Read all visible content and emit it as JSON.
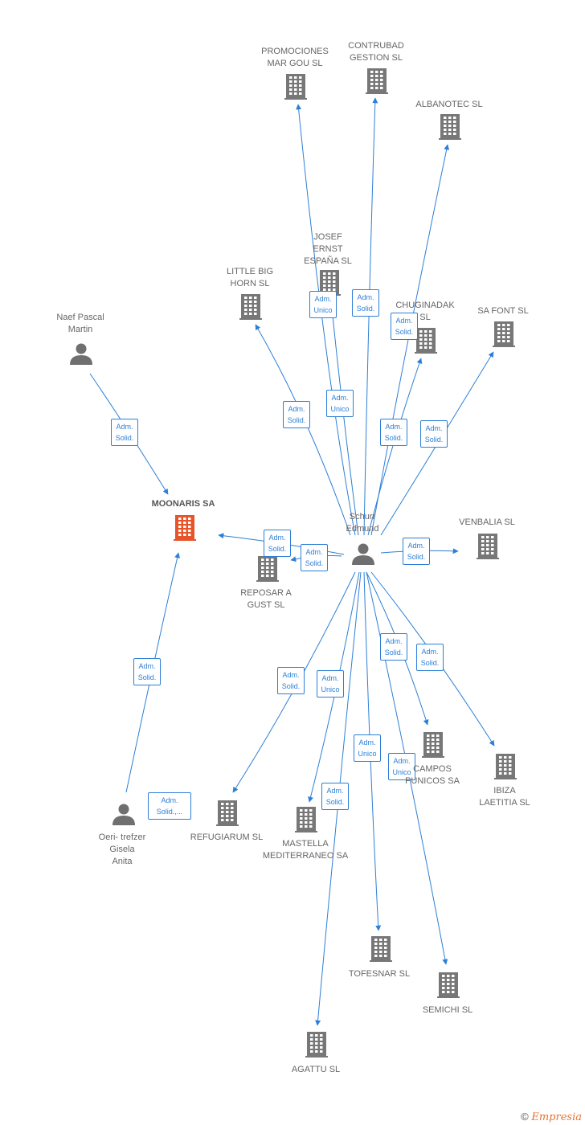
{
  "colors": {
    "edge": "#2d7fd6",
    "company": "#777777",
    "focus": "#e8542a",
    "person": "#6f6f6f"
  },
  "nodes": [
    {
      "id": "moonaris",
      "label": "MOONARIS SA",
      "kind": "company",
      "focus": true
    },
    {
      "id": "schurr",
      "label": "Schurr\nEdmund",
      "kind": "person"
    },
    {
      "id": "naef",
      "label": "Naef Pascal\nMartin",
      "kind": "person"
    },
    {
      "id": "oeri",
      "label": "Oeri- trefzer\nGisela\nAnita",
      "kind": "person"
    },
    {
      "id": "promociones",
      "label": "PROMOCIONES\nMAR GOU SL",
      "kind": "company"
    },
    {
      "id": "contrubad",
      "label": "CONTRUBAD\nGESTION SL",
      "kind": "company"
    },
    {
      "id": "albanotec",
      "label": "ALBANOTEC SL",
      "kind": "company"
    },
    {
      "id": "josef",
      "label": "JOSEF\nERNST\nESPAÑA SL",
      "kind": "company"
    },
    {
      "id": "littlebig",
      "label": "LITTLE BIG\nHORN SL",
      "kind": "company"
    },
    {
      "id": "chuginadak",
      "label": "CHUGINADAK\nSL",
      "kind": "company"
    },
    {
      "id": "safont",
      "label": "SA FONT SL",
      "kind": "company"
    },
    {
      "id": "venbalia",
      "label": "VENBALIA SL",
      "kind": "company"
    },
    {
      "id": "reposar",
      "label": "REPOSAR A\nGUST SL",
      "kind": "company"
    },
    {
      "id": "campos",
      "label": "CAMPOS\nPUNICOS SA",
      "kind": "company"
    },
    {
      "id": "ibiza",
      "label": "IBIZA\nLAETITIA SL",
      "kind": "company"
    },
    {
      "id": "refugiarum",
      "label": "REFUGIARUM SL",
      "kind": "company"
    },
    {
      "id": "mastella",
      "label": "MASTELLA\nMEDITERRANEO SA",
      "kind": "company"
    },
    {
      "id": "tofesnar",
      "label": "TOFESNAR SL",
      "kind": "company"
    },
    {
      "id": "semichi",
      "label": "SEMICHI SL",
      "kind": "company"
    },
    {
      "id": "agattu",
      "label": "AGATTU SL",
      "kind": "company"
    }
  ],
  "edges": [
    {
      "from": "naef",
      "to": "moonaris",
      "role": "Adm.\nSolid."
    },
    {
      "from": "oeri",
      "to": "moonaris",
      "role": "Adm.\nSolid."
    },
    {
      "from": "schurr",
      "to": "moonaris",
      "role": "Adm.\nSolid."
    },
    {
      "from": "schurr",
      "to": "reposar",
      "role": "Adm.\nSolid."
    },
    {
      "from": "schurr",
      "to": "promociones",
      "role": "Adm.\nUnico"
    },
    {
      "from": "schurr",
      "to": "contrubad",
      "role": "Adm.\nSolid."
    },
    {
      "from": "schurr",
      "to": "albanotec",
      "role": "Adm.\nSolid."
    },
    {
      "from": "schurr",
      "to": "josef",
      "role": "Adm.\nUnico"
    },
    {
      "from": "schurr",
      "to": "littlebig",
      "role": "Adm.\nSolid."
    },
    {
      "from": "schurr",
      "to": "chuginadak",
      "role": "Adm.\nSolid."
    },
    {
      "from": "schurr",
      "to": "safont",
      "role": "Adm.\nSolid."
    },
    {
      "from": "schurr",
      "to": "venbalia",
      "role": "Adm.\nSolid."
    },
    {
      "from": "schurr",
      "to": "campos",
      "role": "Adm.\nSolid."
    },
    {
      "from": "schurr",
      "to": "ibiza",
      "role": "Adm.\nSolid."
    },
    {
      "from": "schurr",
      "to": "refugiarum",
      "role": "Adm.\nSolid."
    },
    {
      "from": "schurr",
      "to": "mastella",
      "role": "Adm.\nUnico"
    },
    {
      "from": "schurr",
      "to": "tofesnar",
      "role": "Adm.\nUnico"
    },
    {
      "from": "schurr",
      "to": "semichi",
      "role": "Adm.\nUnico"
    },
    {
      "from": "schurr",
      "to": "agattu",
      "role": "Adm.\nSolid."
    }
  ],
  "extra_role": "Adm.\nSolid.,...",
  "footer": {
    "copyright": "©",
    "brand": "Empresia"
  }
}
